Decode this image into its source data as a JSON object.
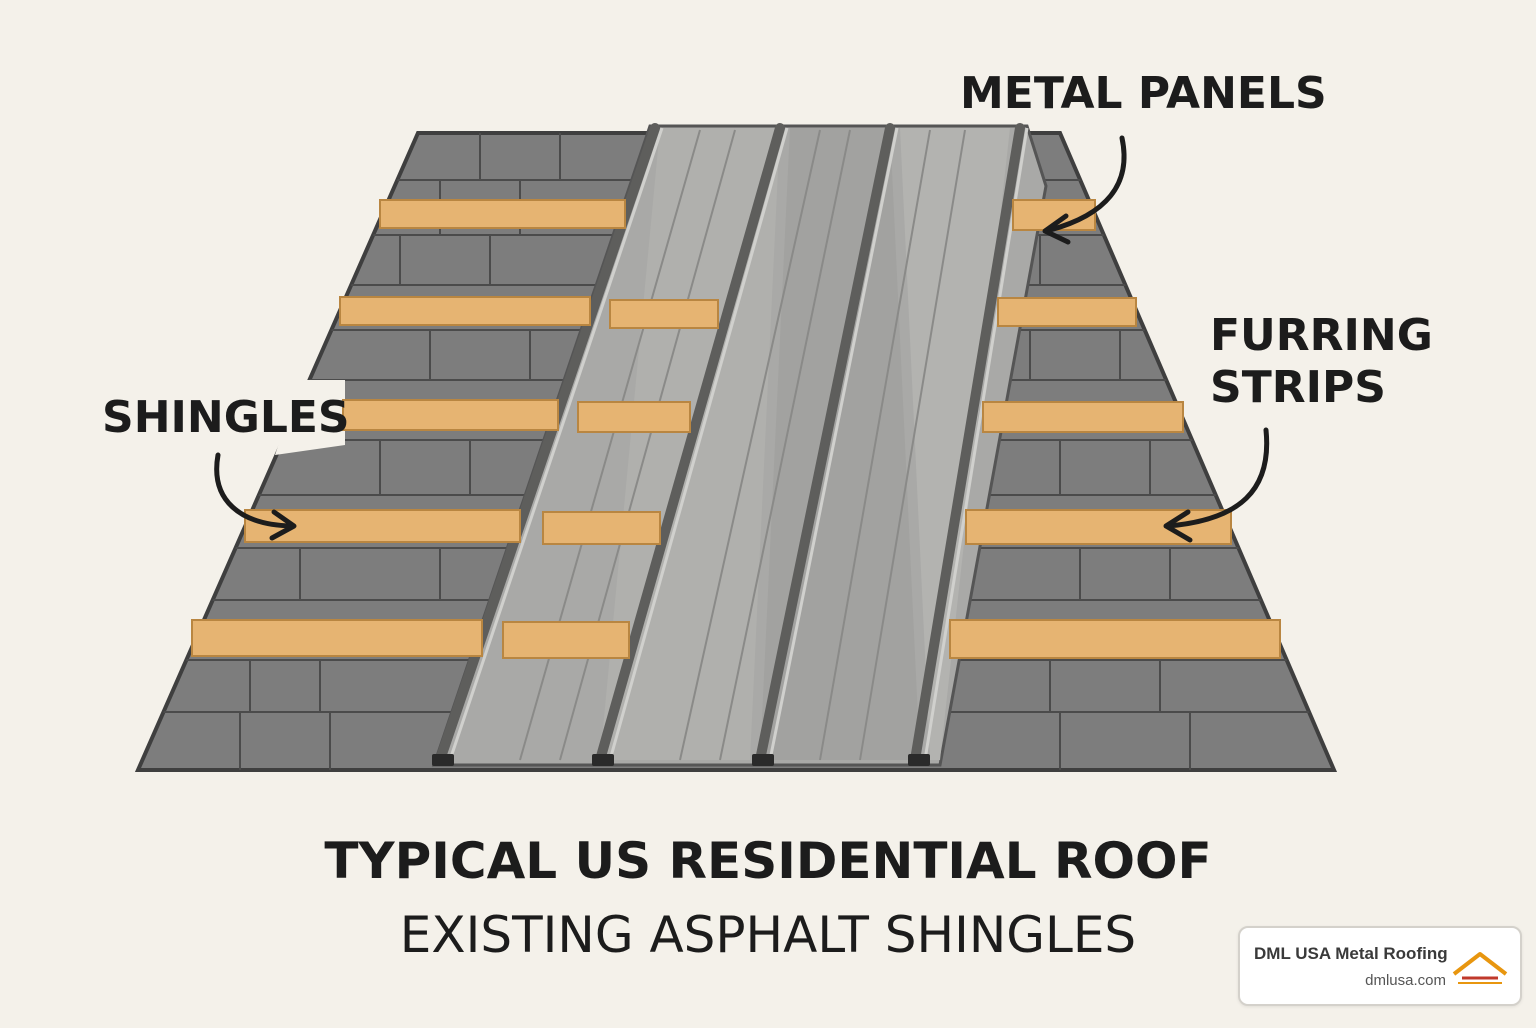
{
  "labels": {
    "metal_panels": "METAL PANELS",
    "shingles": "SHINGLES",
    "furring_strips_line1": "FURRING",
    "furring_strips_line2": "STRIPS"
  },
  "title": {
    "line1": "TYPICAL US RESIDENTIAL ROOF",
    "line2": "EXISTING ASPHALT SHINGLES"
  },
  "brand": {
    "name": "DML USA Metal Roofing",
    "url": "dmlusa.com",
    "logo_icon": "roof-logo-icon"
  },
  "colors": {
    "background": "#f4f1ea",
    "shingle": "#7d7d7d",
    "metal": "#a9a9a7",
    "wood": "#e6b472",
    "ink": "#1c1c1c",
    "brand_accent": "#e8960f"
  }
}
